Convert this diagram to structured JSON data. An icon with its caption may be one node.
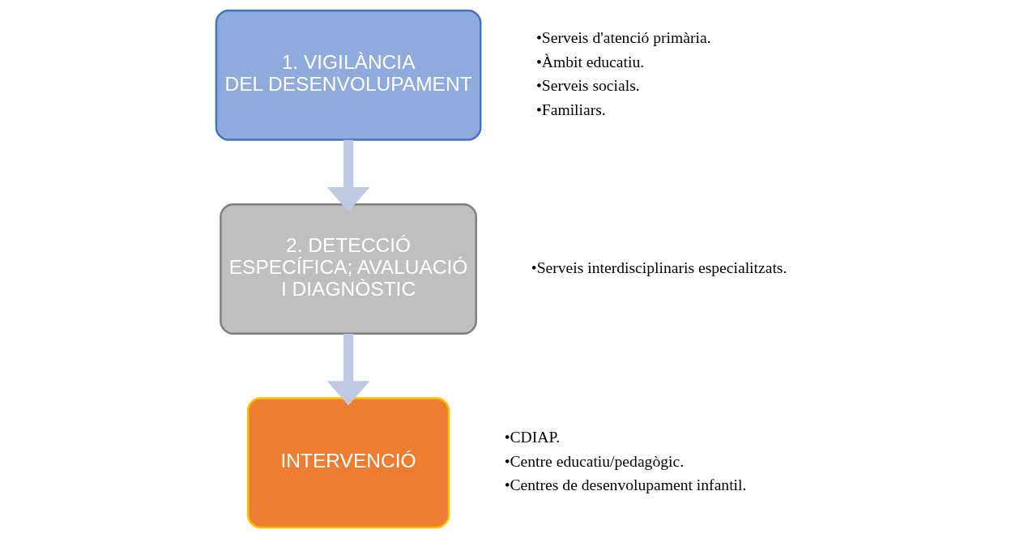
{
  "diagram": {
    "nodes": [
      {
        "text": [
          "1. VIGILÀNCIA DEL DESENVOLUPAMENT"
        ],
        "beside": [
          "•Serveis d'atenció primària.",
          "•Àmbit educatiu.",
          "•Serveis socials.",
          "•Familiars."
        ]
      },
      {
        "text": [
          "2. DETECCIÓ ESPECÍFICA; AVALUACIÓ I DIAGNÒSTIC"
        ],
        "beside": [
          "•Serveis interdisciplinaris especialitzats."
        ]
      },
      {
        "text": [
          "INTERVENCIÓ"
        ],
        "beside": [
          "•CDIAP.",
          "•Centre educatiu/pedagògic.",
          "•Centres de desenvolupament infantil."
        ]
      }
    ],
    "edges": [
      {
        "from": 0,
        "to": 1,
        "arrow": "to"
      },
      {
        "from": 1,
        "to": 2,
        "arrow": "to"
      }
    ]
  }
}
